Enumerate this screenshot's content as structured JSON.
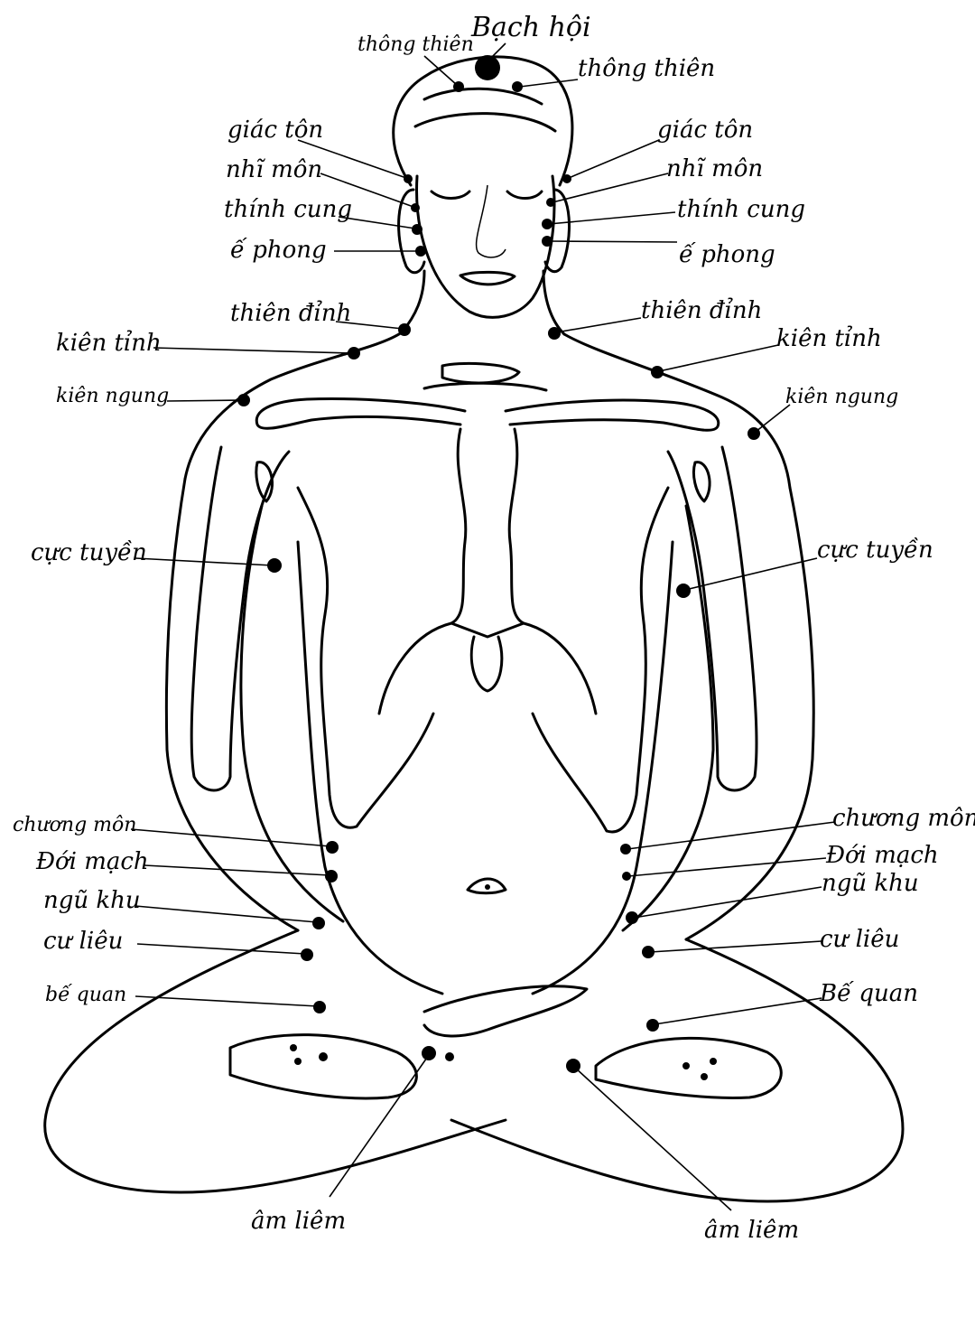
{
  "colors": {
    "ink": "#000000",
    "paper": "#ffffff"
  },
  "points": {
    "bach_hoi": "Bạch hội",
    "thong_thien_left": "thông thiên",
    "thong_thien_right": "thông thiên",
    "giac_ton_left": "giác tôn",
    "giac_ton_right": "giác tôn",
    "nhi_mon_left": "nhĩ môn",
    "nhi_mon_right": "nhĩ môn",
    "thinh_cung_left": "thính cung",
    "thinh_cung_right": "thính cung",
    "e_phong_left": "ế phong",
    "e_phong_right": "ế phong",
    "thien_dinh_left": "thiên đỉnh",
    "thien_dinh_right": "thiên đỉnh",
    "kien_tinh_left": "kiên tỉnh",
    "kien_tinh_right": "kiên tỉnh",
    "kien_ngung_left": "kiên ngung",
    "kien_ngung_right": "kiên ngung",
    "cuc_tuyen_left": "cực tuyền",
    "cuc_tuyen_right": "cực tuyền",
    "chuong_mon_left": "chương môn",
    "chuong_mon_right": "chương môn",
    "doi_mach_left": "Đới mạch",
    "doi_mach_right": "Đới mạch",
    "ngu_khu_left": "ngũ khu",
    "ngu_khu_right": "ngũ khu",
    "cu_lieu_left": "cư liêu",
    "cu_lieu_right": "cư liêu",
    "be_quan_left": "bế quan",
    "be_quan_right": "Bế quan",
    "am_liem_left": "âm liêm",
    "am_liem_right": "âm liêm"
  }
}
